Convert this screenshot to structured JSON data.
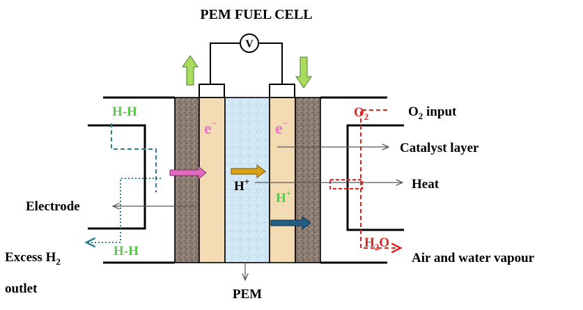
{
  "title": "PEM FUEL CELL",
  "voltmeter_symbol": "V",
  "labels": {
    "h2_top": "H-H",
    "h2_bottom": "H-H",
    "electron_left": "e",
    "electron_right": "e",
    "electron_charge": "−",
    "proton_center": "H",
    "proton_right": "H",
    "proton_charge": "+",
    "o2_marker": "O",
    "o2_sub": "2",
    "h2o_marker_h": "H",
    "h2o_marker_sub": "2",
    "h2o_marker_o": "O",
    "o2_input_o": "O",
    "o2_input_sub": "2",
    "o2_input_rest": " input",
    "catalyst_layer": "Catalyst layer",
    "heat": "Heat",
    "electrode": "Electrode",
    "air_water": "Air and water vapour",
    "excess_h2_main": "Excess H",
    "excess_h2_sub": "2",
    "outlet": "outlet",
    "pem": "PEM"
  },
  "colors": {
    "hydrogen_green": "#58c94a",
    "electron_pink": "#e879c8",
    "oxygen_red": "#e3211d",
    "electrode_brown": "#8b7b70",
    "catalyst_tan": "#f3dcb4",
    "membrane_blue": "#cfe6f4",
    "pink_arrow": "#e06bc0",
    "orange_arrow": "#d9a215",
    "navy_arrow": "#215e86",
    "green_arrow": "#a9dc5e",
    "dashed_teal": "#2b7f96"
  }
}
